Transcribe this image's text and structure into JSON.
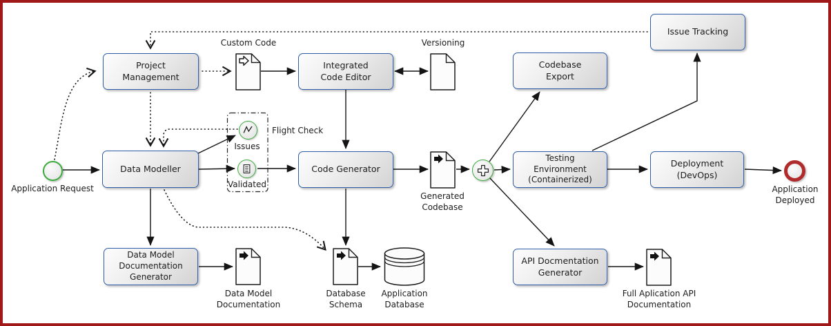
{
  "diagram": {
    "type": "bpmn-flow",
    "events": {
      "application_request": {
        "label": "Application Request"
      },
      "application_deployed": {
        "label": "Application\nDeployed"
      }
    },
    "tasks": {
      "project_management": {
        "label": "Project\nManagement"
      },
      "integrated_code_editor": {
        "label": "Integrated\nCode Editor"
      },
      "data_modeller": {
        "label": "Data Modeller"
      },
      "code_generator": {
        "label": "Code Generator"
      },
      "codebase_export": {
        "label": "Codebase\nExport"
      },
      "testing_environment": {
        "label": "Testing\nEnvironment\n(Containerized)"
      },
      "deployment": {
        "label": "Deployment\n(DevOps)"
      },
      "issue_tracking": {
        "label": "Issue Tracking"
      },
      "data_model_doc_generator": {
        "label": "Data Model\nDocumentation\nGenerator"
      },
      "api_doc_generator": {
        "label": "API Docmentation\nGenerator"
      }
    },
    "artifacts": {
      "custom_code": {
        "label": "Custom Code"
      },
      "versioning": {
        "label": "Versioning"
      },
      "generated_codebase": {
        "label": "Generated\nCodebase"
      },
      "data_model_documentation": {
        "label": "Data Model\nDocumentation"
      },
      "database_schema": {
        "label": "Database\nSchema"
      },
      "application_database": {
        "label": "Application\nDatabase"
      },
      "full_api_documentation": {
        "label": "Full Aplication API\nDocumentation"
      }
    },
    "annotations": {
      "flight_check": {
        "label": "Flight Check"
      },
      "issues": {
        "label": "Issues"
      },
      "validated": {
        "label": "Validated"
      }
    },
    "icons": {
      "start_event": "green-circle-icon",
      "end_event": "red-ring-icon",
      "gateway": "plus-circle-icon",
      "data_input": "document-hollow-arrow-icon",
      "data_output": "document-black-arrow-icon",
      "data_object": "document-icon",
      "data_store": "database-cylinder-icon",
      "issues": "zigzag-line-icon",
      "validated": "lined-document-icon"
    },
    "colors": {
      "task_border": "#2e5ca6",
      "event_green": "#3caa3c",
      "event_red": "#b02b2b",
      "frame_red": "#a01818",
      "wire": "#141414",
      "node_fill_light": "#fdfdfd",
      "node_fill_dark": "#d3d3d3"
    }
  }
}
